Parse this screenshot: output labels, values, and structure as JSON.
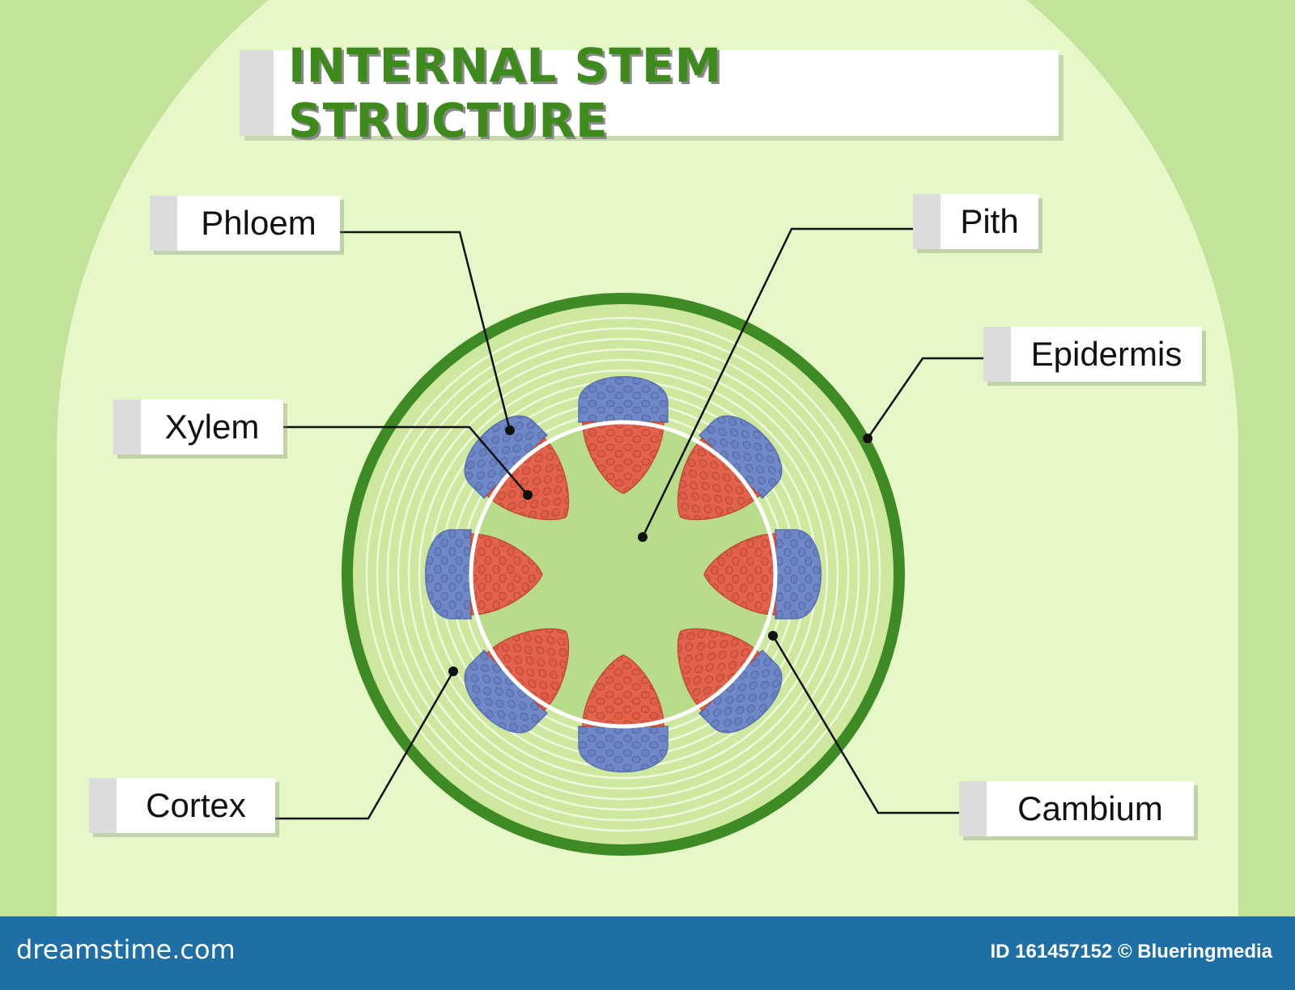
{
  "title": "INTERNAL STEM STRUCTURE",
  "labels": {
    "phloem": "Phloem",
    "xylem": "Xylem",
    "cortex": "Cortex",
    "pith": "Pith",
    "epidermis": "Epidermis",
    "cambium": "Cambium"
  },
  "footer": {
    "brand": "dreamstime.com",
    "credit": "ID 161457152 © Blueringmedia"
  },
  "colors": {
    "background": "#c4e39a",
    "inner_background": "#e6f7c8",
    "epidermis": "#3e8b26",
    "cortex": "#cfe8a0",
    "pith": "#b9dc8a",
    "phloem": "#6f88c8",
    "xylem": "#e2624e",
    "footer": "#1d6fa5",
    "title": "#3f8a1c"
  }
}
